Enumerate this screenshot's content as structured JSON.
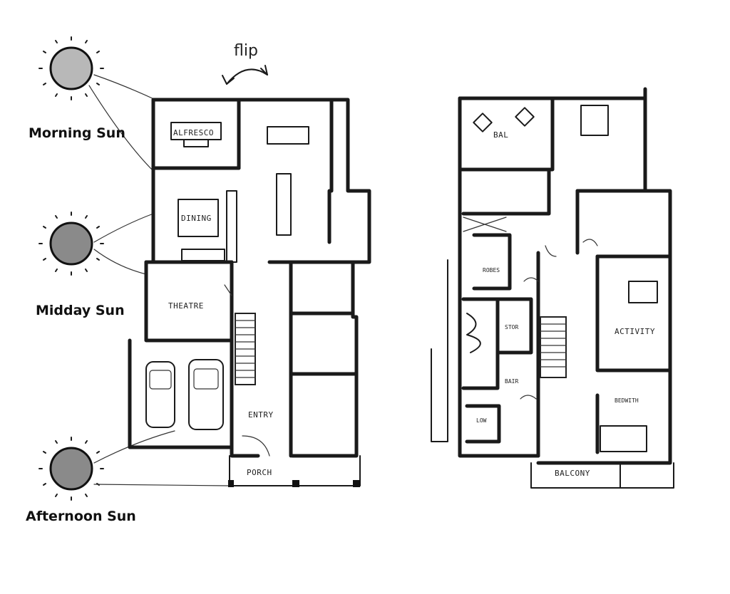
{
  "annotations": {
    "flip": "flip",
    "morning_sun": "Morning Sun",
    "midday_sun": "Midday Sun",
    "afternoon_sun": "Afternoon Sun"
  },
  "ground_floor": {
    "rooms": {
      "alfresco": "ALFRESCO",
      "dining": "DINING",
      "theatre": "THEATRE",
      "entry": "ENTRY",
      "porch": "PORCH"
    }
  },
  "upper_floor": {
    "rooms": {
      "bal": "BAL",
      "robes": "ROBES",
      "stor": "STOR",
      "bair": "BAIR",
      "activity": "ACTIVITY",
      "bedroom": "BEDWITH",
      "wc": "LOW",
      "balcony": "BALCONY"
    }
  }
}
